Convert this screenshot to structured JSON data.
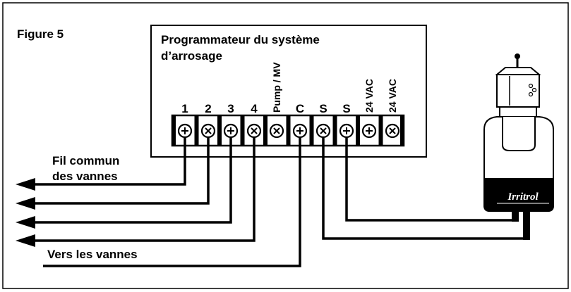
{
  "figure": {
    "title": "Figure 5",
    "controller_title_line1": "Programmateur du système",
    "controller_title_line2": "d’arrosage"
  },
  "terminals": [
    {
      "label": "1"
    },
    {
      "label": "2"
    },
    {
      "label": "3"
    },
    {
      "label": "4"
    },
    {
      "label": "Pump / MV"
    },
    {
      "label": "C"
    },
    {
      "label": "S"
    },
    {
      "label": "S"
    },
    {
      "label": "24 VAC"
    },
    {
      "label": "24 VAC"
    }
  ],
  "wire_labels": {
    "common_line1": "Fil commun",
    "common_line2": "des vannes",
    "valves": "Vers les vannes"
  },
  "sensor": {
    "brand": "Irritrol"
  },
  "colors": {
    "line": "#000000",
    "background": "#ffffff"
  }
}
